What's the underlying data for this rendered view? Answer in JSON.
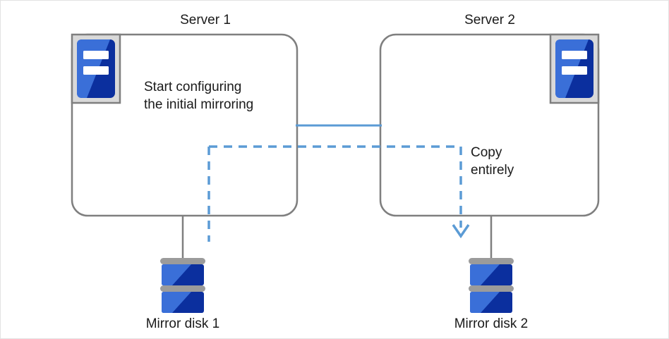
{
  "diagram": {
    "type": "mirror-disk-initial-configuration",
    "background_color": "#ffffff",
    "frame_border_color": "#e2e2e2",
    "colors": {
      "box_border": "#7f7f7f",
      "connector_gray": "#7f7f7f",
      "link_blue": "#5b9bd5",
      "dashed_blue": "#5b9bd5",
      "icon_blue_light": "#3a6fd8",
      "icon_blue_mid": "#2b63d9",
      "icon_blue_dark": "#0b2f9e",
      "icon_frame_gray": "#d9d9d9",
      "icon_frame_border": "#7f7f7f",
      "disk_cap_gray": "#9b9b9b",
      "text": "#1a1a1a"
    },
    "servers": [
      {
        "id": "server-1",
        "title": "Server 1",
        "note_lines": [
          "Start configuring",
          "the initial mirroring"
        ],
        "icon_name": "server-icon",
        "icon_position": "top-left"
      },
      {
        "id": "server-2",
        "title": "Server 2",
        "note_lines": [],
        "icon_name": "server-icon",
        "icon_position": "top-right"
      }
    ],
    "disks": [
      {
        "id": "mirror-disk-1",
        "label": "Mirror disk 1",
        "icon_name": "disk-stack-icon"
      },
      {
        "id": "mirror-disk-2",
        "label": "Mirror disk 2",
        "icon_name": "disk-stack-icon"
      }
    ],
    "connections": [
      {
        "id": "interconnect",
        "style": "solid",
        "color": "#5b9bd5",
        "label": ""
      },
      {
        "id": "copy-flow",
        "style": "dashed",
        "color": "#5b9bd5",
        "label_lines": [
          "Copy",
          "entirely"
        ],
        "arrow": "down"
      }
    ],
    "annotations": {
      "copy_label_line1": "Copy",
      "copy_label_line2": "entirely"
    }
  }
}
